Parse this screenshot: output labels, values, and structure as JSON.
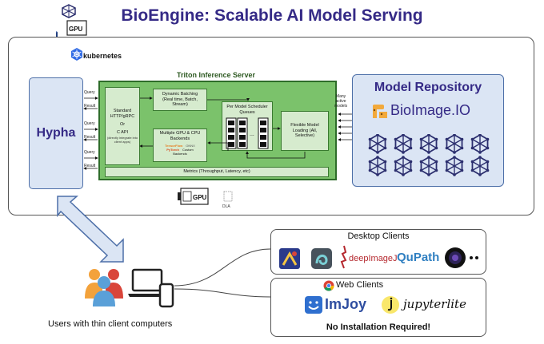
{
  "title": "BioEngine: Scalable AI Model Serving",
  "kubernetes": "kubernetes",
  "hypha": "Hypha",
  "triton": {
    "title": "Triton Inference Server",
    "api_line1": "Standard",
    "api_line2": "HTTP/gRPC",
    "api_line3": "Or",
    "api_line4": "C API",
    "api_small": "(directly integrate into client apps)",
    "batching_line1": "Dynamic Batching",
    "batching_line2": "(Real time, Batch,",
    "batching_line3": "Stream)",
    "scheduler_line1": "Per Model Scheduler",
    "scheduler_line2": "Queues",
    "loading_line1": "Flexible Model",
    "loading_line2": "Loading (All,",
    "loading_line3": "Selective)",
    "backends_line1": "Multiple GPU & CPU",
    "backends_line2": "Backends",
    "backend_tf": "TensorFlow",
    "backend_onnx": "ONNX",
    "backend_pytorch": "PyTorch",
    "backend_custom": "Custom",
    "backend_backends": "Backends",
    "metrics": "Metrics (Throughput, Latency, etc)"
  },
  "query_label": "Query",
  "result_label": "Result",
  "many_models_line1": "Many",
  "many_models_line2": "active",
  "many_models_line3": "models",
  "repo": {
    "title": "Model Repository",
    "bioimage": "BioImage.IO"
  },
  "gpu_label": "GPU",
  "dla_label": "DLA",
  "desktop_clients": "Desktop Clients",
  "deepimagej": "deepImageJ",
  "qupath": "QuPath",
  "web_clients": "Web Clients",
  "imjoy": "ImJoy",
  "jupyterlite": "jupyterlite",
  "no_install": "No Installation Required!",
  "users_label": "Users with thin client computers",
  "colors": {
    "title": "#352a86",
    "triton_green": "#7bc26b",
    "panel_blue": "#dbe5f4",
    "node_navy": "#2b2e6e"
  }
}
